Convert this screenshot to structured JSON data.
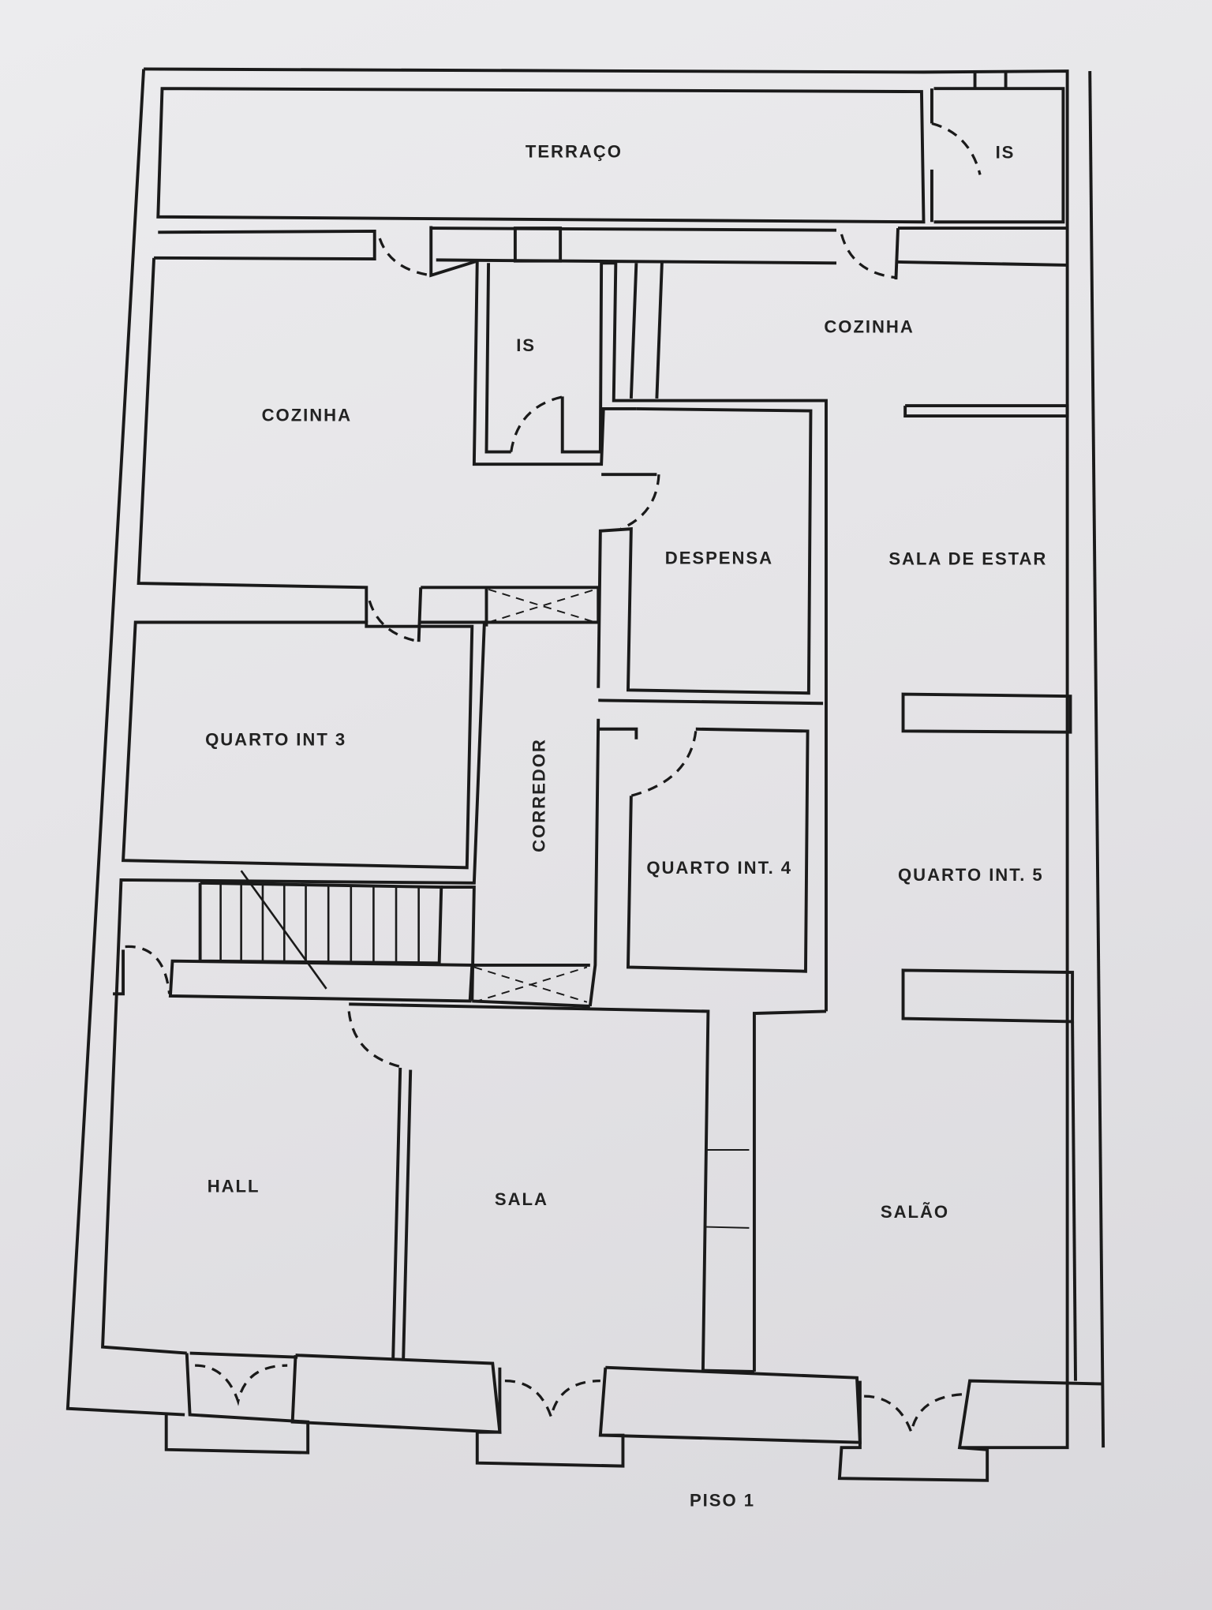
{
  "plan": {
    "title": "PISO 1",
    "rooms": {
      "terraco": "TERRAÇO",
      "is_top": "IS",
      "cozinha_right": "COZINHA",
      "is_mid": "IS",
      "cozinha_left": "COZINHA",
      "despensa": "DESPENSA",
      "sala_de_estar": "SALA DE ESTAR",
      "quarto_int_3": "QUARTO INT 3",
      "corredor": "CORREDOR",
      "quarto_int_4": "QUARTO INT. 4",
      "quarto_int_5": "QUARTO INT. 5",
      "hall": "HALL",
      "sala": "SALA",
      "salao": "SALÃO"
    }
  }
}
